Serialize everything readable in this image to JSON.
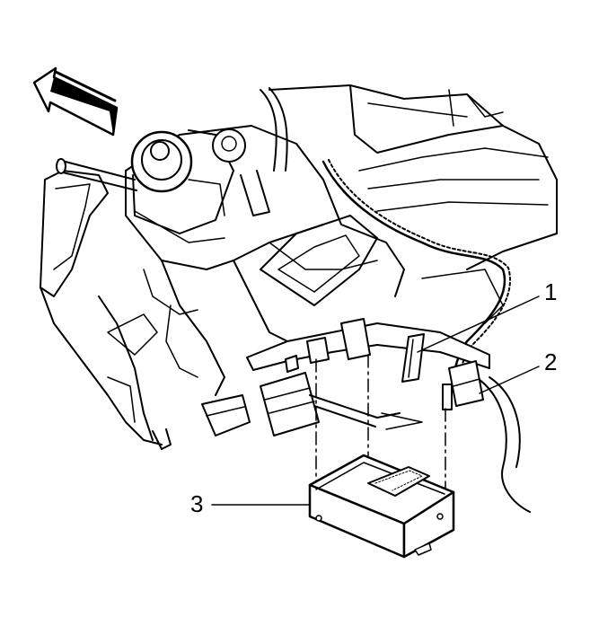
{
  "figure": {
    "callouts": [
      {
        "id": "1",
        "label": "1"
      },
      {
        "id": "2",
        "label": "2"
      },
      {
        "id": "3",
        "label": "3"
      }
    ],
    "colors": {
      "line": "#000000",
      "background": "#ffffff"
    },
    "icons": [
      "direction-arrow-icon"
    ]
  }
}
